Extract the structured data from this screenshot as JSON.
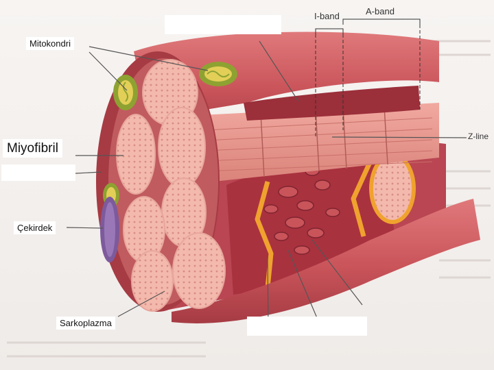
{
  "labels": {
    "mitokondri": "Mitokondri",
    "miyofibril": "Miyofibril",
    "cekirdek": "Çekirdek",
    "sarkoplazma": "Sarkoplazma",
    "i_band": "I-band",
    "a_band": "A-band",
    "z_line": "Z-line"
  },
  "colors": {
    "sarcolemma": "#c9545a",
    "sarcolemma_dark": "#8e2f37",
    "myofibril": "#f2b5a8",
    "myofibril_dots": "#d98f88",
    "mitochondria": "#8ea232",
    "mitochondria_inner": "#e3cf57",
    "nucleus": "#7d5a9c",
    "t_tubule": "#f0a22e",
    "retic": "#9b2f3a"
  }
}
